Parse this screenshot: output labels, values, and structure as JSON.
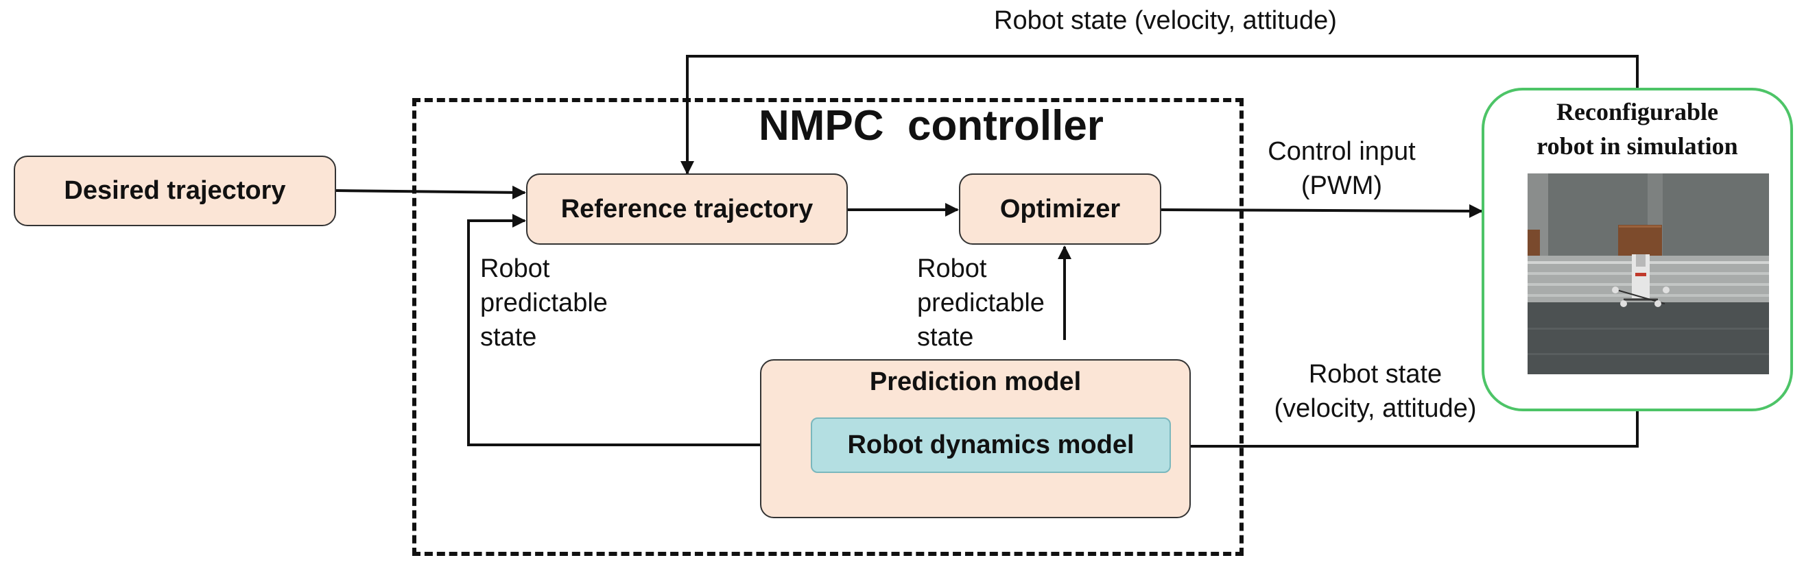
{
  "feedback_top_label": "Robot state (velocity, attitude)",
  "controller_title": "NMPC  controller",
  "blocks": {
    "desired_trajectory": "Desired trajectory",
    "reference_trajectory": "Reference trajectory",
    "optimizer": "Optimizer",
    "prediction_model": "Prediction model",
    "robot_dynamics_model": "Robot dynamics model"
  },
  "labels": {
    "control_input_line1": "Control input",
    "control_input_line2": "(PWM)",
    "predictable_left": [
      "Robot",
      "predictable",
      "state"
    ],
    "predictable_mid": [
      "Robot",
      "predictable",
      "state"
    ],
    "robot_state_line1": "Robot state",
    "robot_state_line2": "(velocity, attitude)"
  },
  "simulation": {
    "title_line1": "Reconfigurable",
    "title_line2": "robot in simulation"
  },
  "colors": {
    "block_fill": "#fbe5d6",
    "dynamics_fill": "#b4dfe2",
    "sim_border": "#4dc467"
  }
}
